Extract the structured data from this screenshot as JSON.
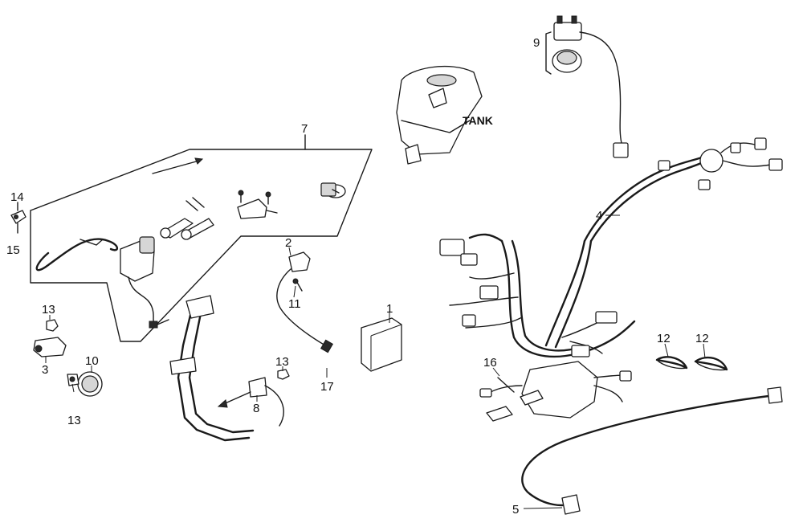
{
  "diagram": {
    "callouts": [
      {
        "id": "c1",
        "text": "1"
      },
      {
        "id": "c2",
        "text": "2"
      },
      {
        "id": "c3",
        "text": "3"
      },
      {
        "id": "c4",
        "text": "4"
      },
      {
        "id": "c5",
        "text": "5"
      },
      {
        "id": "c7",
        "text": "7"
      },
      {
        "id": "c8",
        "text": "8"
      },
      {
        "id": "c9",
        "text": "9"
      },
      {
        "id": "c10",
        "text": "10"
      },
      {
        "id": "c11",
        "text": "11"
      },
      {
        "id": "c12a",
        "text": "12"
      },
      {
        "id": "c12b",
        "text": "12"
      },
      {
        "id": "c13a",
        "text": "13"
      },
      {
        "id": "c13b",
        "text": "13"
      },
      {
        "id": "c13c",
        "text": "13"
      },
      {
        "id": "c14",
        "text": "14"
      },
      {
        "id": "c15",
        "text": "15"
      },
      {
        "id": "c16",
        "text": "16"
      },
      {
        "id": "c17",
        "text": "17"
      }
    ],
    "tank_label": "TANK"
  }
}
